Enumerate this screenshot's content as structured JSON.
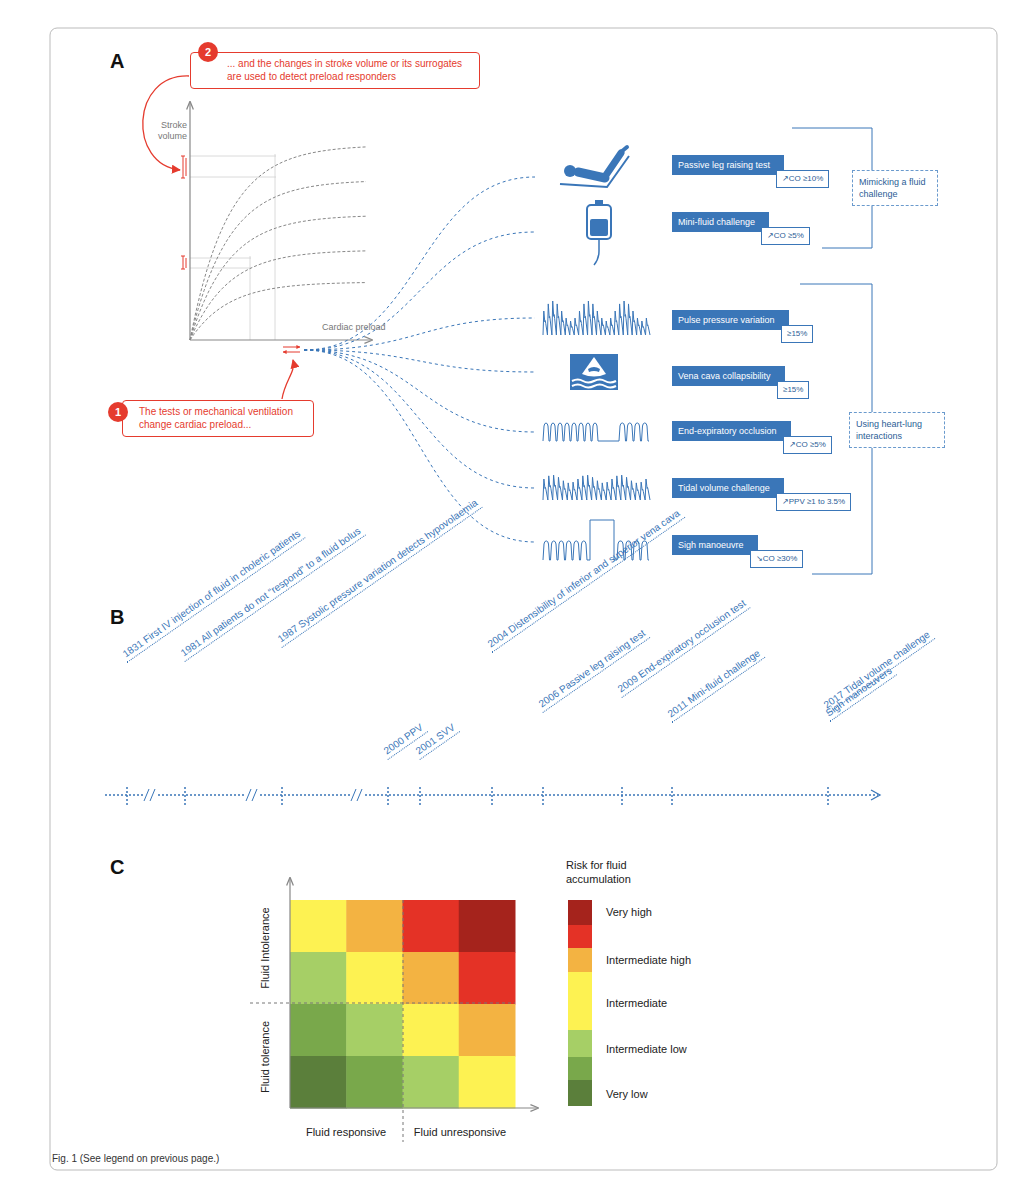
{
  "diagram": {
    "caption": "Fig. 1 (See legend on previous page.)",
    "nodes": [
      {
        "text": [
          "... and the changes in stroke volume or its surrogates are used to detect preload responders"
        ]
      },
      {
        "text": [
          "The tests or mechanical ventilation change cardiac preload..."
        ]
      },
      {
        "text": [
          "Passive leg raising test"
        ]
      },
      {
        "text": [
          "↗CO ≥10%"
        ]
      },
      {
        "text": [
          "Mini-fluid challenge"
        ]
      },
      {
        "text": [
          "↗CO ≥5%"
        ]
      },
      {
        "text": [
          "Mimicking a fluid challenge"
        ]
      },
      {
        "text": [
          "Pulse pressure variation"
        ]
      },
      {
        "text": [
          "≥15%"
        ]
      },
      {
        "text": [
          "Vena cava collapsibility"
        ]
      },
      {
        "text": [
          "≥15%"
        ]
      },
      {
        "text": [
          "End-expiratory occlusion"
        ]
      },
      {
        "text": [
          "↗CO ≥5%"
        ]
      },
      {
        "text": [
          "Tidal volume challenge"
        ]
      },
      {
        "text": [
          "↗PPV ≥1 to 3.5%"
        ]
      },
      {
        "text": [
          "Sigh manoeuvre"
        ]
      },
      {
        "text": [
          "↘CO ≥30%"
        ]
      },
      {
        "text": [
          "Using heart-lung interactions"
        ]
      }
    ],
    "labels": [
      "A",
      "2",
      "Stroke volume",
      "Cardiac preload",
      "1",
      "B",
      "1831 First IV injection of fluid in choleric patients",
      "1981 All patients do not “respond” to a fluid bolus",
      "1987 Systolic pressure variation detects hypovolaemia",
      "2000 PPV",
      "2001 SVV",
      "2004 Distensibility of inferior and superior vena cava",
      "2006 Passive leg raising test",
      "2009 End-expiratory occlusion test",
      "2011 Mini-fluid challenge",
      "Sigh manoeuvers",
      "2017 Tidal volume challenge",
      "C",
      "Fluid Intolerance",
      "Fluid tolerance",
      "Fluid responsive",
      "Fluid unresponsive",
      "Risk for fluid accumulation"
    ],
    "legend": [
      {
        "text": "Very high",
        "color": "#a5231c"
      },
      {
        "text": "Intermediate high",
        "color": "#f3b342"
      },
      {
        "text": "Intermediate",
        "color": "#fdf252"
      },
      {
        "text": "Intermediate low",
        "color": "#a6cf66"
      },
      {
        "text": "Very low",
        "color": "#5b7f3b"
      }
    ]
  }
}
